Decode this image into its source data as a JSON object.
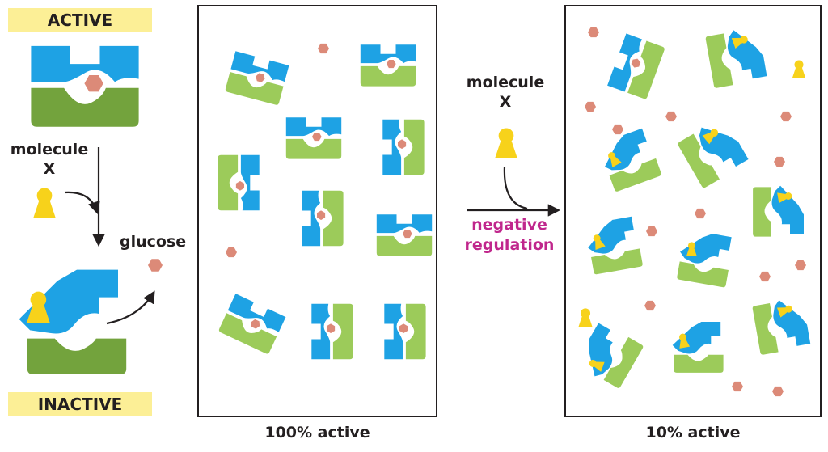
{
  "labels": {
    "active": "ACTIVE",
    "inactive": "INACTIVE",
    "molecule_word": "molecule",
    "molecule_letter": "X",
    "glucose": "glucose",
    "negative": "negative",
    "regulation": "regulation",
    "panel1_caption": "100% active",
    "panel2_caption": "10% active"
  },
  "colors": {
    "blue": "#1ea2e4",
    "blue_dark": "#0a78c8",
    "green": "#9ccb5a",
    "green_dark": "#73a33d",
    "glucose": "#dc8a78",
    "molecule_x": "#f7d21b",
    "tag_bg": "#fcef96",
    "regulation_text": "#c0268c"
  }
}
